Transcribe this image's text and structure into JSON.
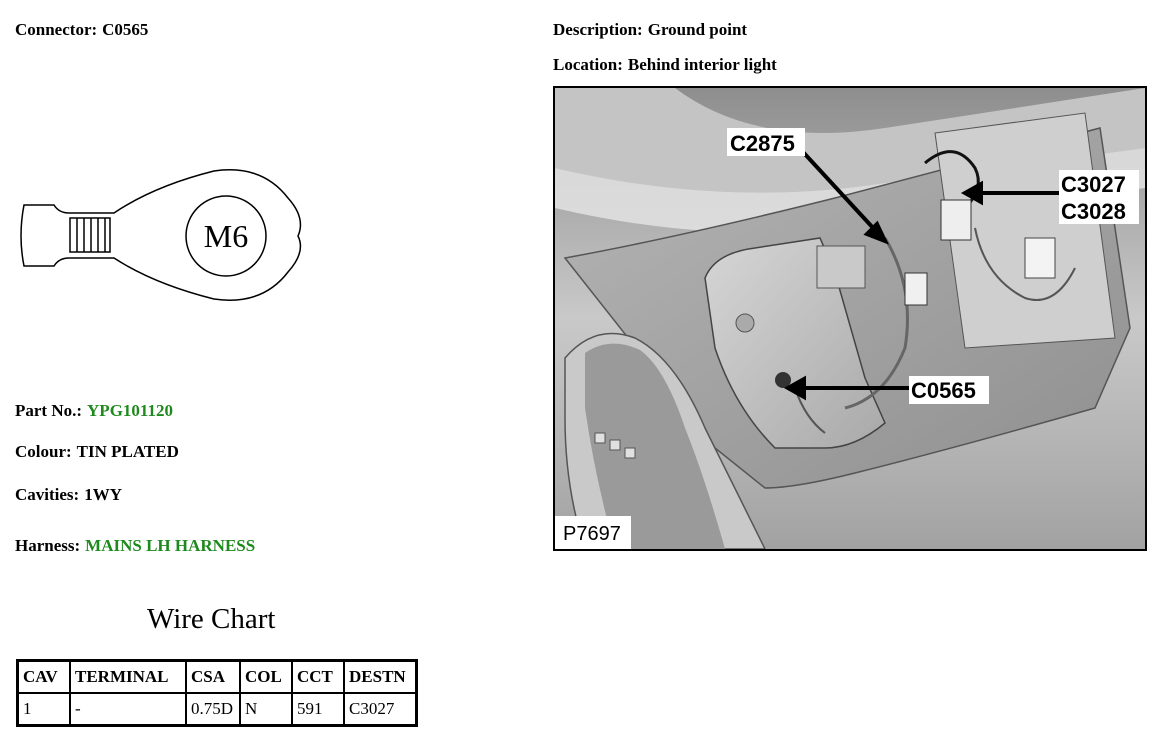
{
  "connector": {
    "label": "Connector:",
    "value": "C0565"
  },
  "description": {
    "label": "Description:",
    "value": "Ground point"
  },
  "location": {
    "label": "Location:",
    "value": "Behind interior light"
  },
  "terminal": {
    "stud_label": "M6"
  },
  "part_no": {
    "label": "Part No.:",
    "value": "YPG101120"
  },
  "colour": {
    "label": "Colour:",
    "value": "TIN PLATED"
  },
  "cavities": {
    "label": "Cavities:",
    "value": "1WY"
  },
  "harness": {
    "label": "Harness:",
    "value": "MAINS LH HARNESS"
  },
  "wire_chart": {
    "title": "Wire Chart",
    "headers": [
      "CAV",
      "TERMINAL",
      "CSA",
      "COL",
      "CCT",
      "DESTN"
    ],
    "rows": [
      [
        "1",
        "-",
        "0.75D",
        "N",
        "591",
        "C3027"
      ]
    ]
  },
  "photo": {
    "reference": "P7697",
    "callouts": [
      "C2875",
      "C3027",
      "C3028",
      "C0565"
    ]
  },
  "colors": {
    "link_green": "#1e8a1e"
  }
}
